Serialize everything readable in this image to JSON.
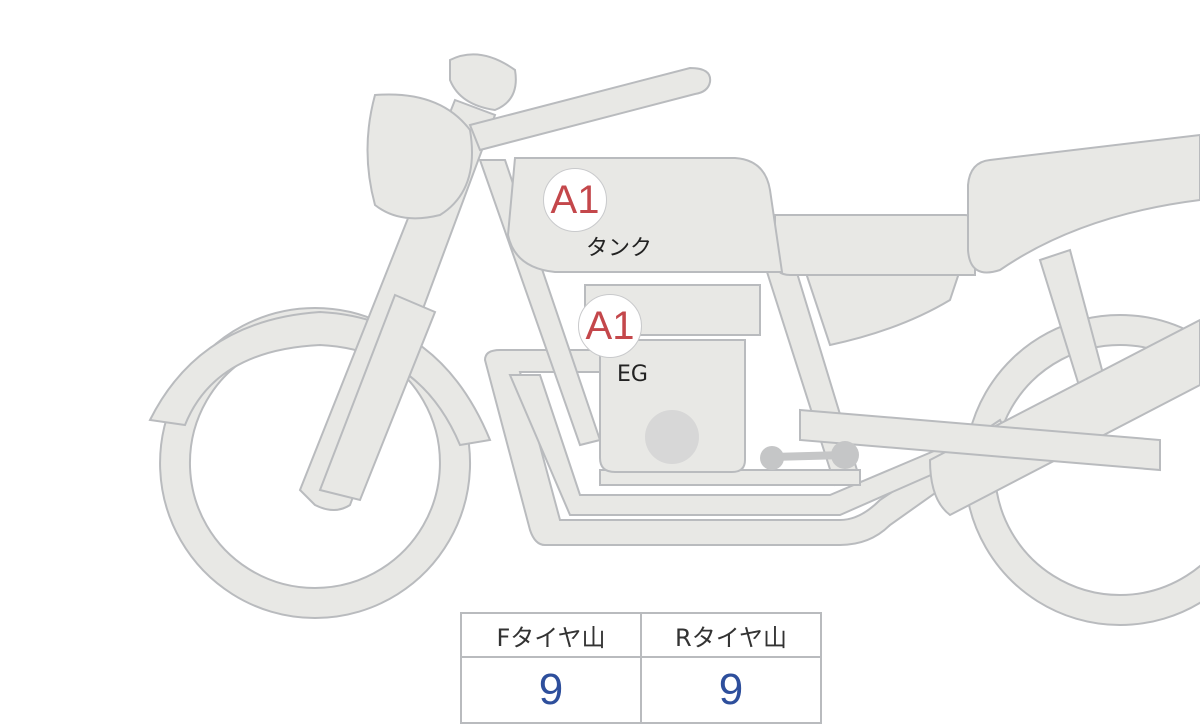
{
  "parts": [
    {
      "grade": "A1",
      "label": "タンク"
    },
    {
      "grade": "A1",
      "label": "EG"
    }
  ],
  "tire_table": {
    "headers": [
      "Fタイヤ山",
      "Rタイヤ山"
    ],
    "values": [
      "9",
      "9"
    ]
  },
  "colors": {
    "grade": "#c4474b",
    "value": "#2e4f9c",
    "body": "#e8e8e5"
  }
}
